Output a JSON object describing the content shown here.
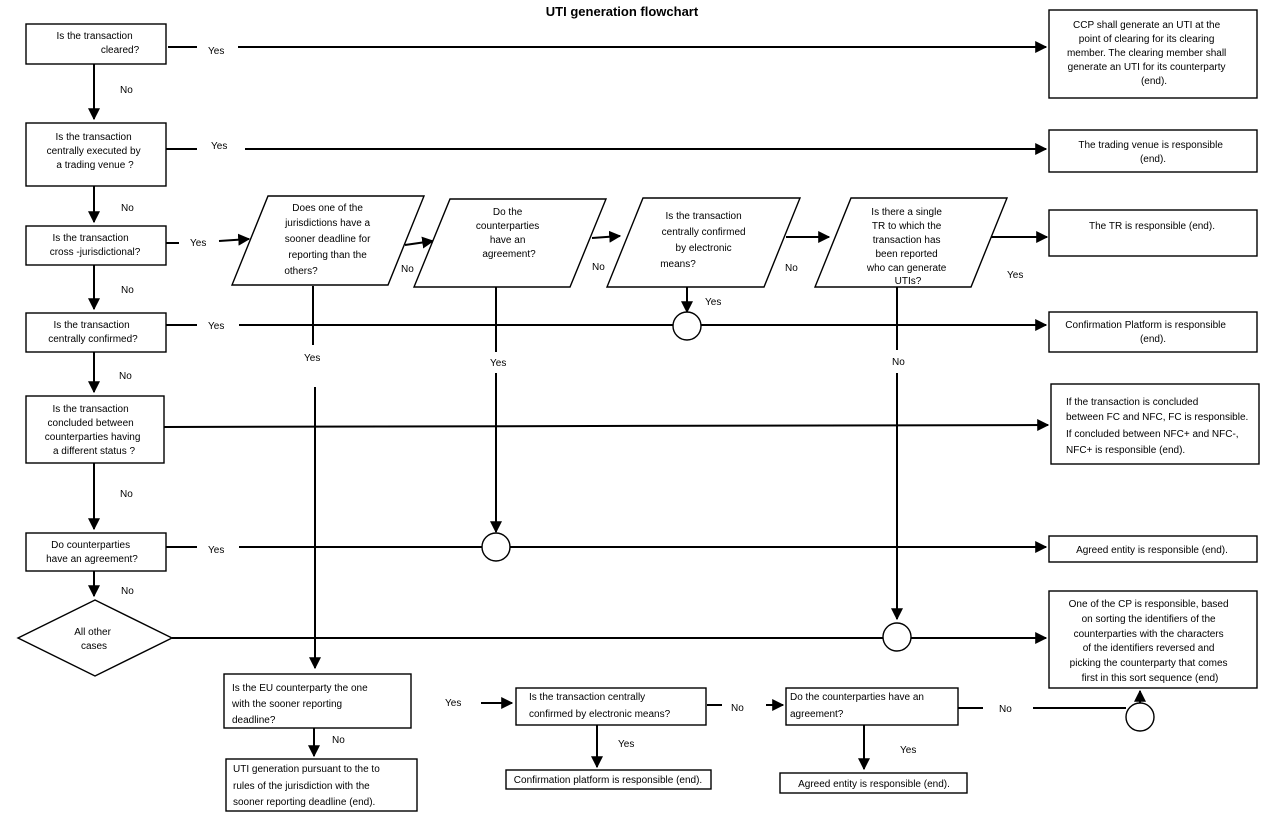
{
  "title": "UTI generation flowchart",
  "questions": {
    "q1": [
      "Is the transaction",
      "cleared?"
    ],
    "q2": [
      "Is the transaction",
      "centrally executed   by",
      "a trading venue  ?"
    ],
    "q3": [
      "Is the transaction",
      "cross -jurisdictional?"
    ],
    "q4": [
      "Is the transaction",
      "centrally confirmed?"
    ],
    "q5": [
      "Is the transaction",
      "concluded between",
      "counterparties  having",
      "a different status ?"
    ],
    "q6": [
      "Do counterparties",
      "have an agreement?"
    ],
    "q7": [
      "All other",
      "cases"
    ],
    "p1": [
      "Does  one  of  the",
      "jurisdictions  have  a",
      "sooner  deadline  for",
      "reporting   than   the",
      "others?"
    ],
    "p2": [
      "Do the",
      "counterparties",
      "have an",
      "agreement?"
    ],
    "p3": [
      "Is  the  transaction",
      "centrally confirmed",
      "by              electronic",
      "means?"
    ],
    "p4": [
      "Is there a single",
      "TR to which the",
      "transaction has",
      "been reported",
      "who can generate",
      "UTIs?"
    ],
    "b1": [
      "Is  the  EU  counterparty  the  one",
      "with      the      sooner     reporting",
      "deadline?"
    ],
    "b2": [
      "Is       the       transaction       centrally",
      "confirmed by electronic means?"
    ],
    "b3": [
      "Do  the  counterparties  have  an",
      "agreement?"
    ]
  },
  "results": {
    "r1": [
      "CCP shall generate an UTI at the",
      "point of clearing for its clearing",
      "member. The clearing member shall",
      "generate an UTI for its counterparty",
      "(end)."
    ],
    "r2": [
      "The trading  venue is responsible",
      "(end)."
    ],
    "r3": [
      "The TR  is responsible    (end)."
    ],
    "r4": [
      "Confirmation Platform is responsible",
      "(end)."
    ],
    "r5": [
      "If    the    transaction    is    concluded",
      "between FC and NFC, FC is responsible.",
      "If concluded between NFC+ and NFC-,",
      "NFC+ is responsible (end)."
    ],
    "r6": [
      "Agreed entity is responsible   (end)."
    ],
    "r7": [
      "One of the CP  is responsible, based",
      "on sorting the identifiers of the",
      "counterparties with the characters",
      "of the identifiers reversed and",
      "picking the counterparty that comes",
      "first in this sort sequence (end)"
    ],
    "r8": [
      "UTI generation pursuant to the to",
      "rules  of  the  jurisdiction  with  the",
      "sooner reporting deadline (end)."
    ],
    "r9": [
      "Confirmation platform is responsible (end)."
    ],
    "r10": [
      "Agreed entity is responsible (end)."
    ]
  },
  "edge_labels": {
    "yes": "Yes",
    "no": "No"
  }
}
